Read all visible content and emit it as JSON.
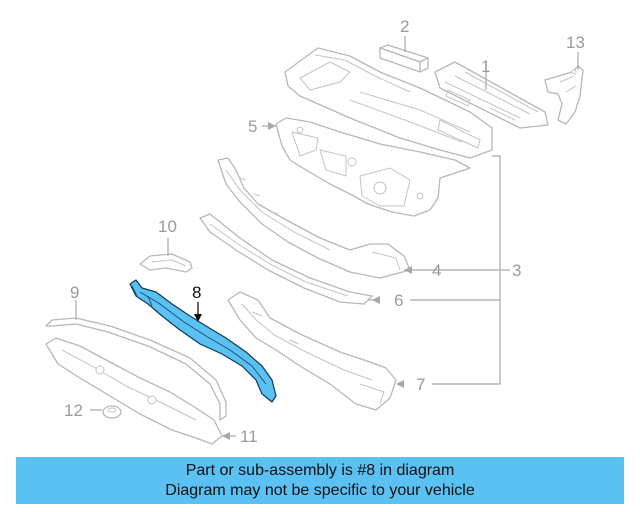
{
  "callouts": {
    "c1": "1",
    "c2": "2",
    "c3": "3",
    "c4": "4",
    "c5": "5",
    "c6": "6",
    "c7": "7",
    "c8": "8",
    "c9": "9",
    "c10": "10",
    "c11": "11",
    "c12": "12",
    "c13": "13"
  },
  "highlighted_part": "8",
  "colors": {
    "highlight_fill": "#5bc0f2",
    "banner_background": "#5bc0f2",
    "line_art": "#b8b8b8"
  },
  "banner": {
    "line1": "Part or sub-assembly is #8 in diagram",
    "line2": "Diagram may not be specific to your vehicle"
  }
}
